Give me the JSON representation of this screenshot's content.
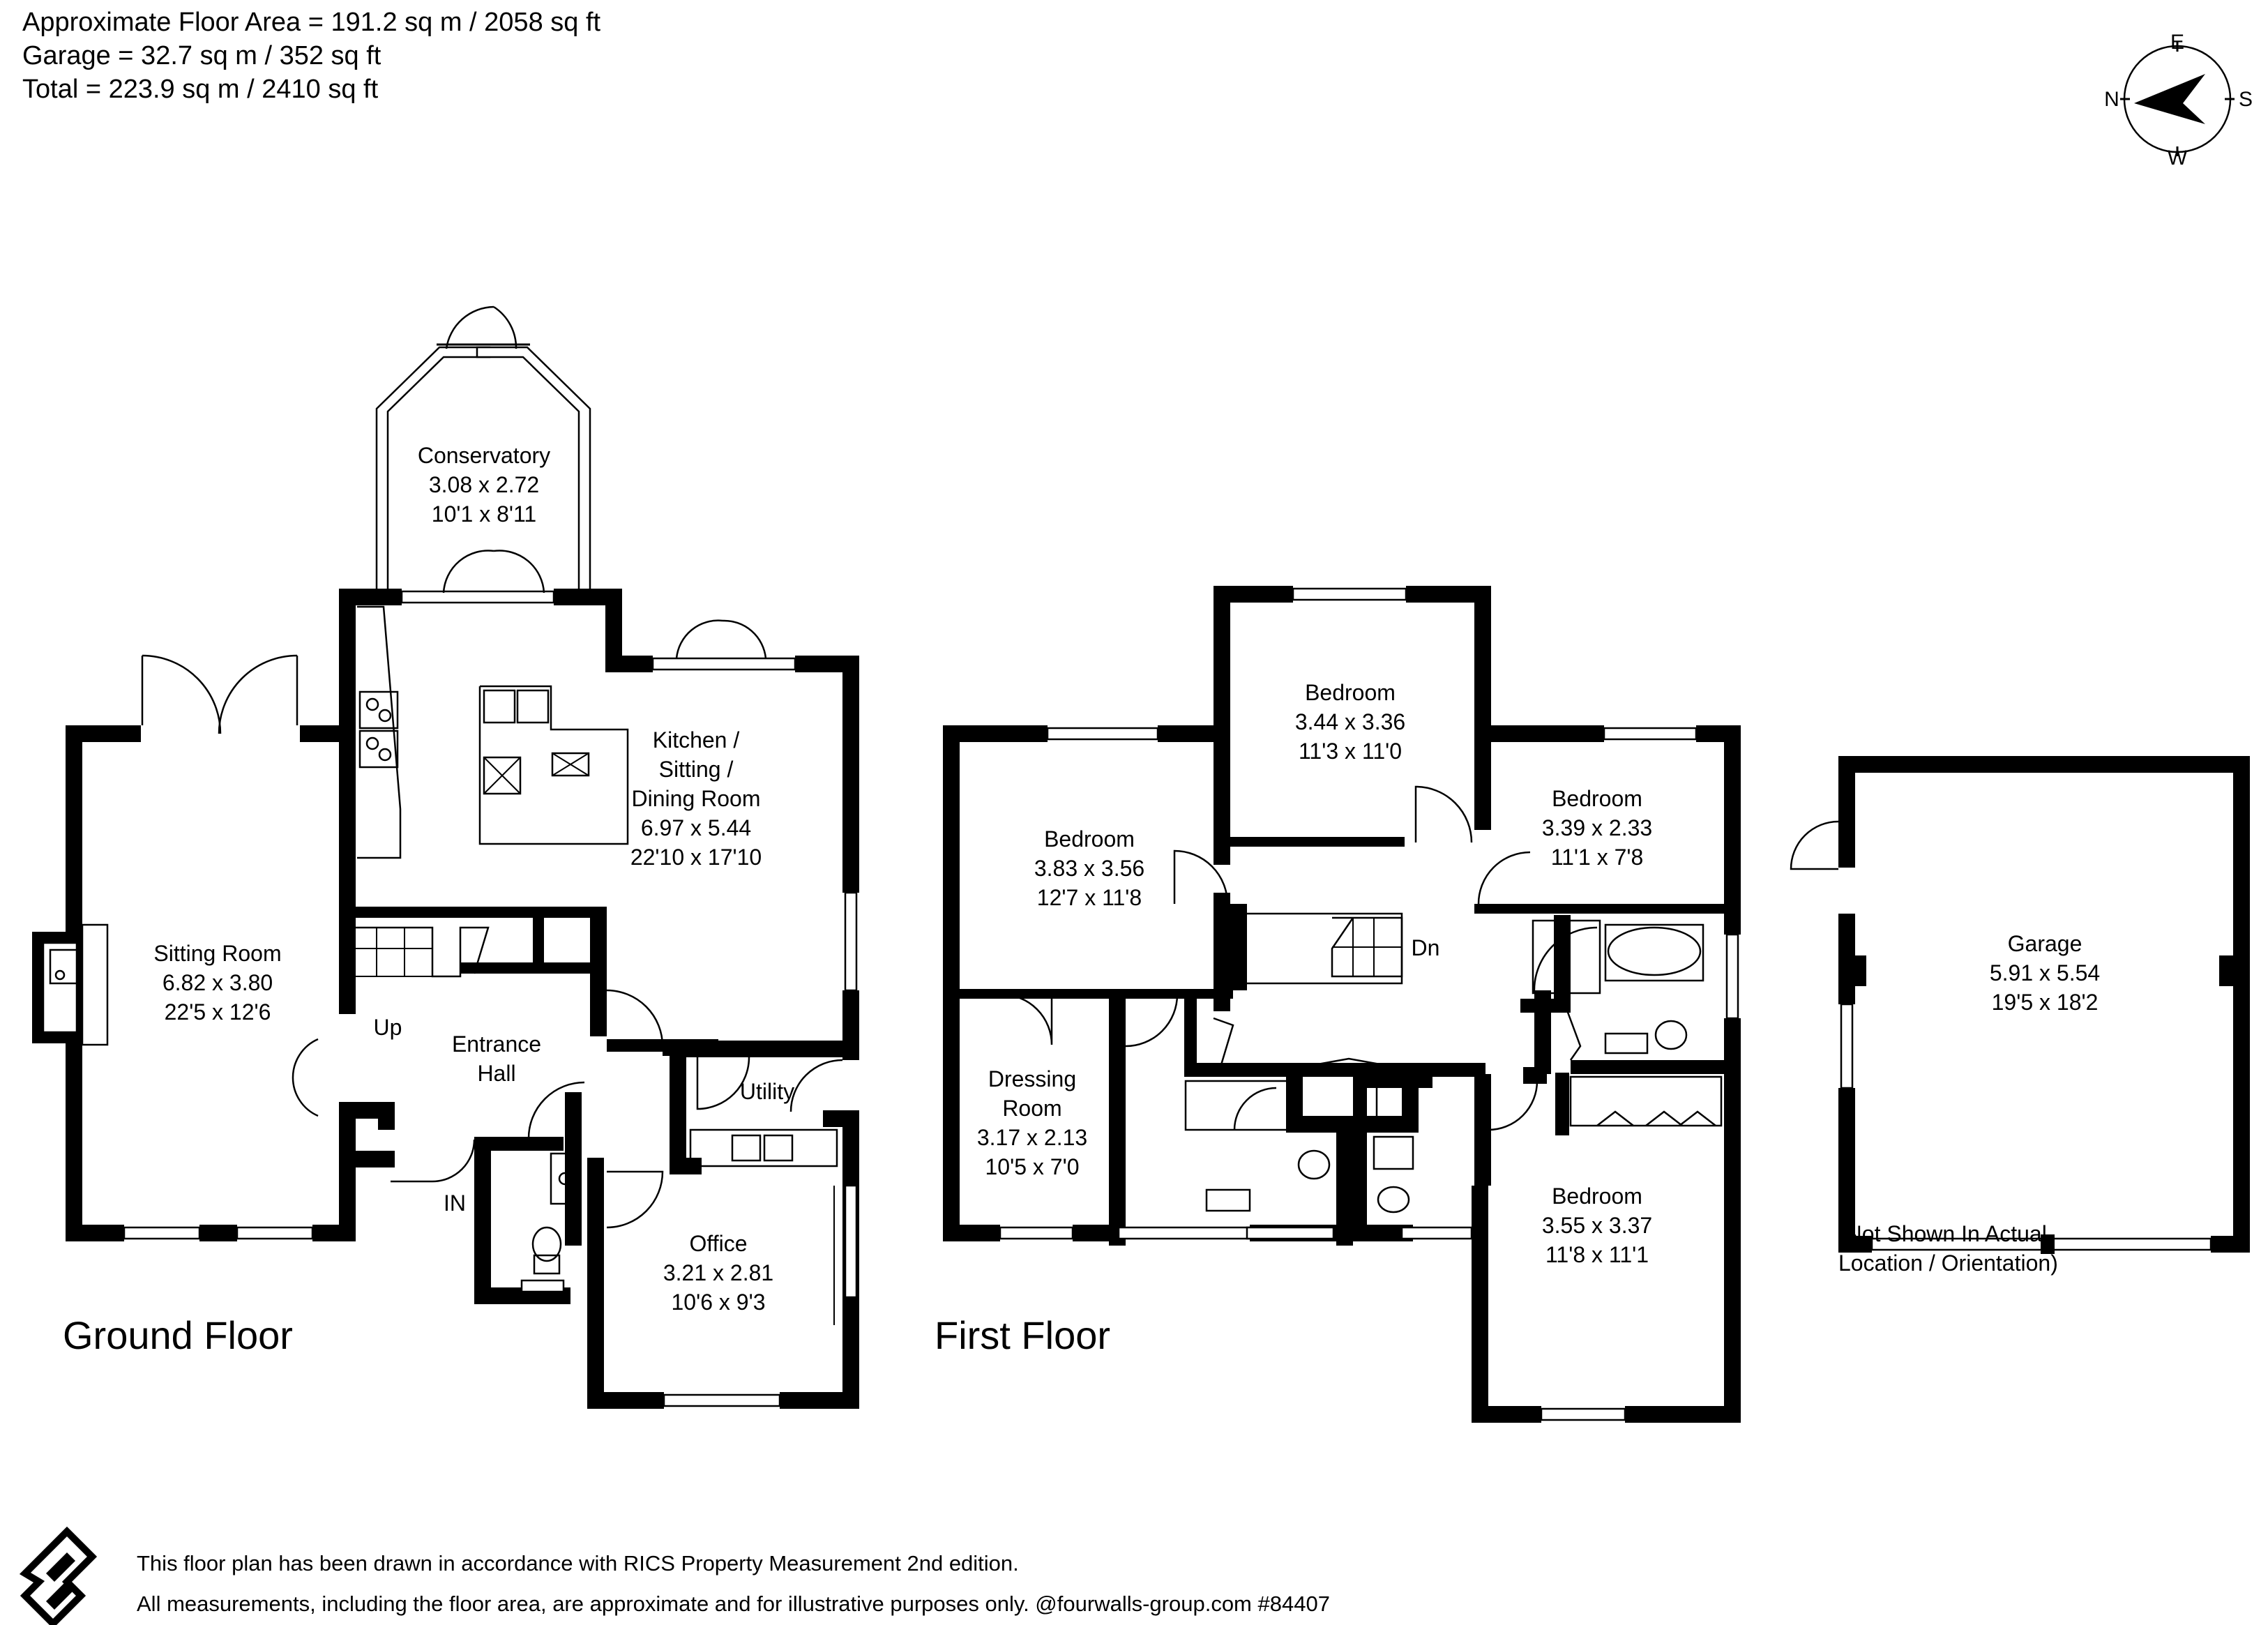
{
  "header": {
    "lines": [
      "Approximate Floor Area = 191.2 sq m / 2058 sq ft",
      "Garage = 32.7 sq m / 352 sq ft",
      "Total = 223.9 sq m / 2410 sq ft"
    ]
  },
  "compass": {
    "north": "N",
    "east": "E",
    "south": "S",
    "west": "W"
  },
  "floors": {
    "ground": {
      "title": "Ground Floor"
    },
    "first": {
      "title": "First Floor"
    }
  },
  "rooms": {
    "conservatory": {
      "name": "Conservatory",
      "metric": "3.08 x 2.72",
      "imperial": "10'1 x 8'11"
    },
    "kitchen": {
      "name_lines": [
        "Kitchen /",
        "Sitting /",
        "Dining Room"
      ],
      "metric": "6.97 x 5.44",
      "imperial": "22'10 x 17'10"
    },
    "sitting": {
      "name": "Sitting Room",
      "metric": "6.82 x 3.80",
      "imperial": "22'5 x 12'6"
    },
    "entrance": {
      "name_lines": [
        "Entrance",
        "Hall"
      ]
    },
    "utility": {
      "name": "Utility"
    },
    "office": {
      "name": "Office",
      "metric": "3.21 x 2.81",
      "imperial": "10'6 x 9'3"
    },
    "bed1": {
      "name": "Bedroom",
      "metric": "3.44 x 3.36",
      "imperial": "11'3 x 11'0"
    },
    "bed2": {
      "name": "Bedroom",
      "metric": "3.83 x 3.56",
      "imperial": "12'7 x 11'8"
    },
    "bed3": {
      "name": "Bedroom",
      "metric": "3.39 x 2.33",
      "imperial": "11'1 x 7'8"
    },
    "bed4": {
      "name": "Bedroom",
      "metric": "3.55 x 3.37",
      "imperial": "11'8 x 11'1"
    },
    "dressing": {
      "name_lines": [
        "Dressing",
        "Room"
      ],
      "metric": "3.17 x 2.13",
      "imperial": "10'5 x 7'0"
    },
    "garage": {
      "name": "Garage",
      "metric": "5.91 x 5.54",
      "imperial": "19'5 x 18'2"
    }
  },
  "labels": {
    "up": "Up",
    "down": "Dn",
    "in": "IN"
  },
  "garage_note": [
    "(Not Shown In Actual",
    "Location / Orientation)"
  ],
  "footer": {
    "line1": "This floor plan has been drawn in accordance with RICS Property Measurement 2nd edition.",
    "line2": "All measurements, including the floor area, are approximate and for illustrative purposes only. @fourwalls-group.com #84407"
  }
}
